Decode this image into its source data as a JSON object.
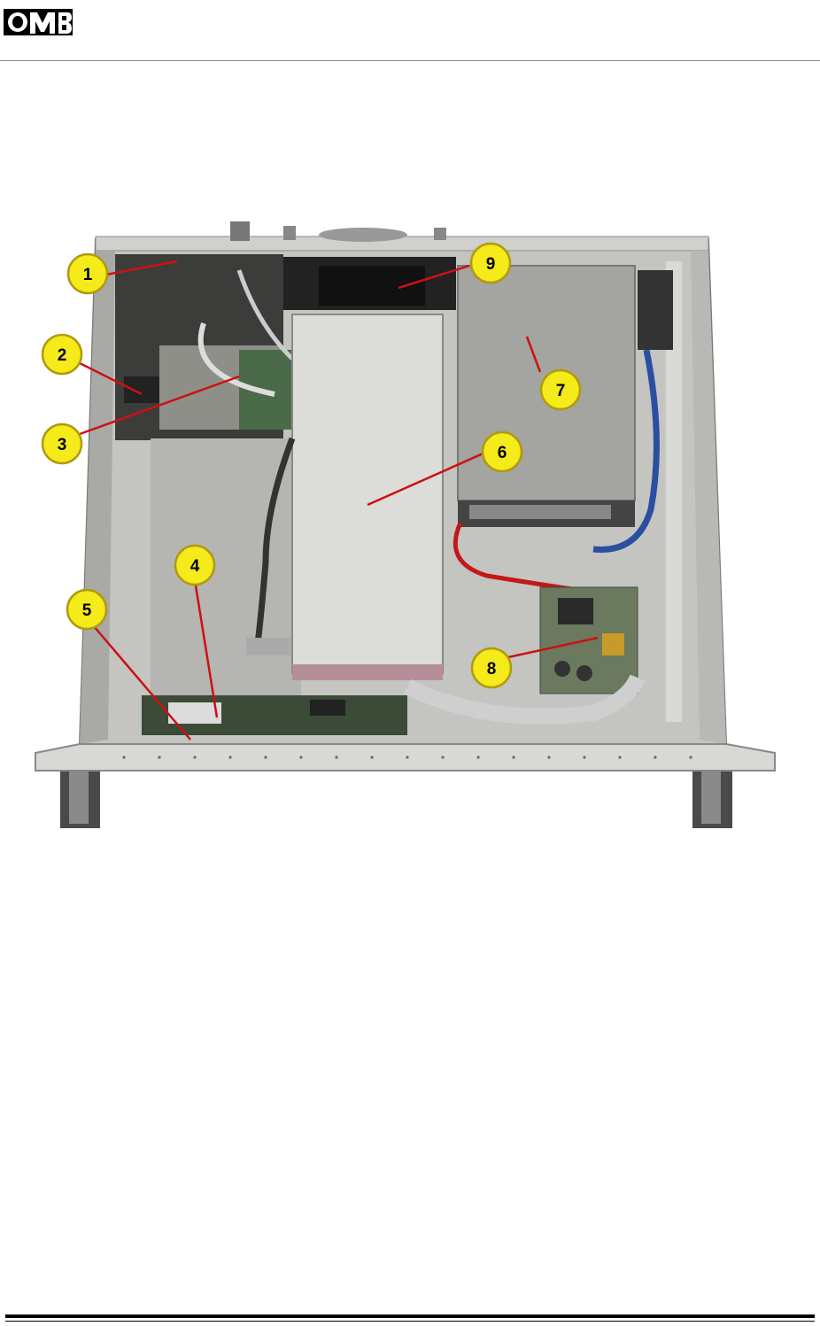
{
  "header": {
    "logo_text": "OMB"
  },
  "figure": {
    "callouts": [
      {
        "label": "1"
      },
      {
        "label": "2"
      },
      {
        "label": "3"
      },
      {
        "label": "4"
      },
      {
        "label": "5"
      },
      {
        "label": "6"
      },
      {
        "label": "7"
      },
      {
        "label": "8"
      },
      {
        "label": "9"
      }
    ],
    "colors": {
      "callout_fill": "#f5ea1a",
      "callout_stroke": "#b09a10",
      "leader_line": "#cc1111",
      "chassis": "#c4c4c0"
    }
  }
}
